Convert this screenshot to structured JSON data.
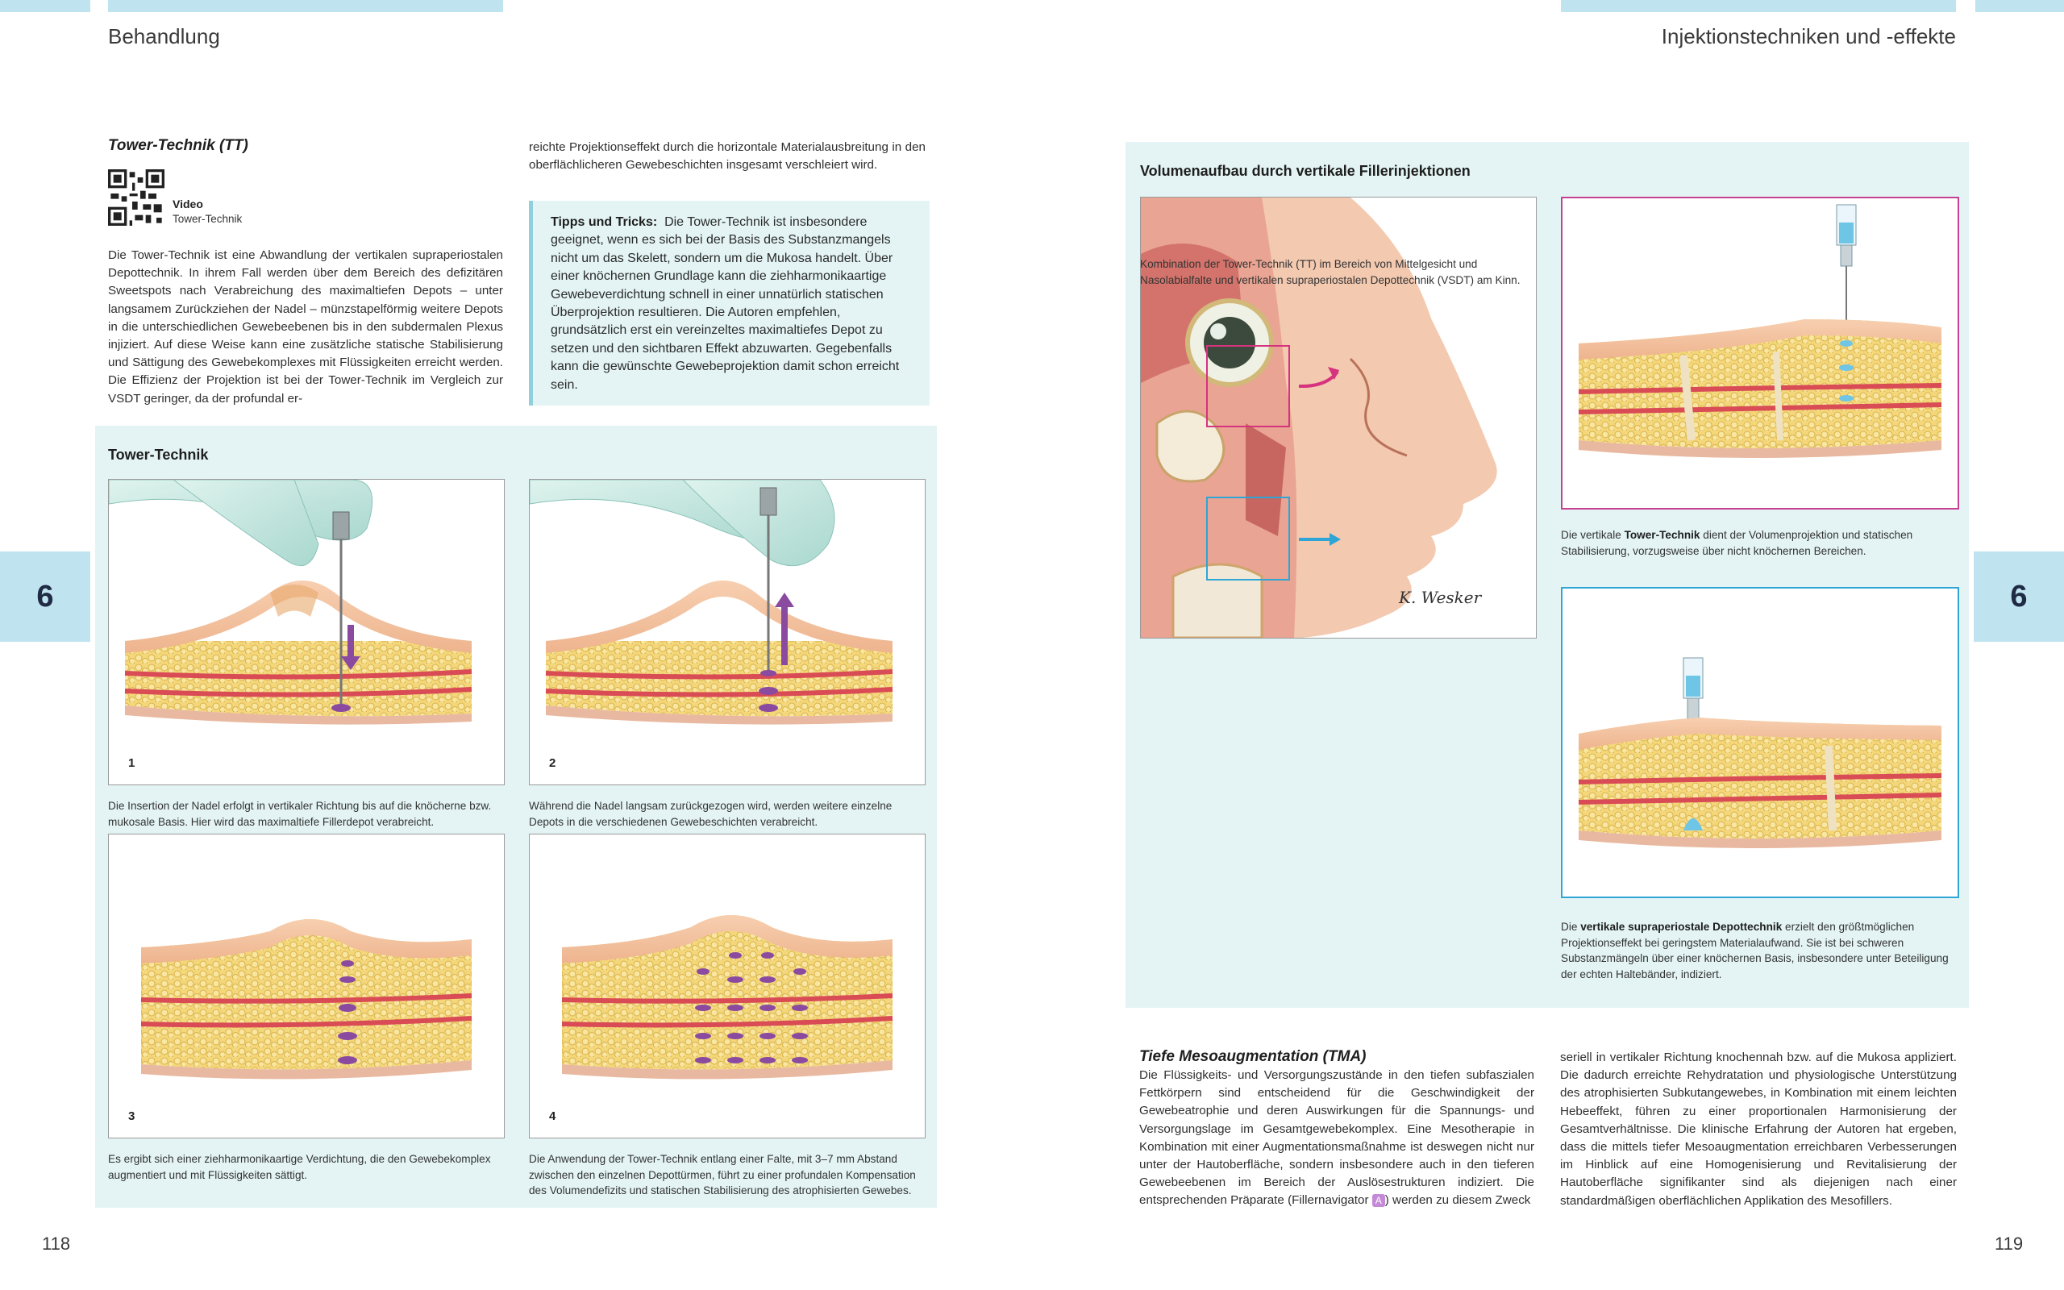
{
  "left_page": {
    "running_head": "Behandlung",
    "page_number": "118",
    "chapter_tab": "6",
    "section_heading": "Tower-Technik (TT)",
    "video_label": "Video",
    "video_title": "Tower-Technik",
    "col1_text": "Die Tower-Technik ist eine Abwandlung der vertikalen supraperiostalen Depottechnik. In ihrem Fall werden über dem Bereich des defizitären Sweetspots nach Verabreichung des maximaltiefen Depots – unter langsamem Zurückziehen der Nadel – münzstapelförmig weitere Depots in die unterschiedlichen Gewebeebenen bis in den subdermalen Plexus injiziert. Auf diese Weise kann eine zusätzliche statische Stabilisierung und Sättigung des Gewebekomplexes mit Flüssigkeiten erreicht werden. Die Effizienz der Projektion ist bei der Tower-Technik im Vergleich zur VSDT geringer, da der profundal er-",
    "col2_text": "reichte Projektionseffekt durch die horizontale Materialausbreitung in den oberflächlicheren Gewebeschichten insgesamt verschleiert wird.",
    "tips_label": "Tipps und Tricks:",
    "tips_text": "Die Tower-Technik ist insbesondere geeignet, wenn es sich bei der Basis des Substanzmangels nicht um das Skelett, sondern um die Mukosa handelt. Über einer knöchernen Grundlage kann die ziehharmonikaartige Gewebeverdichtung schnell in einer unnatürlich statischen Überprojektion resultieren. Die Autoren empfehlen, grundsätzlich erst ein vereinzeltes maximaltiefes Depot zu setzen und den sichtbaren Effekt abzuwarten. Gegebenfalls kann die gewünschte Gewebeprojektion damit schon erreicht sein.",
    "figure_title": "Tower-Technik",
    "panels": [
      {
        "number": "1",
        "caption": "Die Insertion der Nadel erfolgt in vertikaler Richtung bis auf die knöcherne bzw. mukosale Basis. Hier wird das maximaltiefe Fillerdepot verabreicht."
      },
      {
        "number": "2",
        "caption": "Während die Nadel langsam zurückgezogen wird, werden weitere einzelne Depots in die verschiedenen Gewebeschichten verabreicht."
      },
      {
        "number": "3",
        "caption": "Es ergibt sich einer ziehharmonikaartige Verdichtung, die den Gewebekomplex augmentiert und mit Flüssigkeiten sättigt."
      },
      {
        "number": "4",
        "caption": "Die Anwendung der Tower-Technik entlang einer Falte, mit 3–7 mm Abstand zwischen den einzelnen Depottürmen, führt zu einer profundalen Kompensation des Volumendefizits und statischen Stabilisierung des atrophisierten Gewebes."
      }
    ]
  },
  "right_page": {
    "running_head": "Injektionstechniken und -effekte",
    "page_number": "119",
    "chapter_tab": "6",
    "figure_title": "Volumenaufbau durch vertikale Fillerinjektionen",
    "signature": "K. Wesker",
    "main_caption": "Kombination der Tower-Technik (TT) im Bereich von Mittelgesicht und Nasolabialfalte und vertikalen supraperiostalen Depottechnik (VSDT) am Kinn.",
    "top_caption_pre": "Die vertikale",
    "top_caption_bold": "Tower-Technik",
    "top_caption_post": "dient der Volumenprojektion und statischen Stabilisierung, vorzugsweise über nicht knöchernen Bereichen.",
    "bottom_caption_pre": "Die",
    "bottom_caption_bold": "vertikale supraperiostale Depottechnik",
    "bottom_caption_post": "erzielt den größtmöglichen Projektionseffekt bei geringstem Materialaufwand. Sie ist bei schweren Substanzmängeln über einer knöchernen Basis, insbesondere unter Beteiligung der echten Haltebänder, indiziert.",
    "section_heading": "Tiefe Mesoaugmentation (TMA)",
    "col1_text": "Die Flüssigkeits- und Versorgungszustände in den tiefen subfaszialen Fettkörpern sind entscheidend für die Geschwindigkeit der Gewebeatrophie und deren Auswirkungen für die Spannungs- und Versorgungslage im Gesamtgewebekomplex. Eine Mesotherapie in Kombination mit einer Augmentationsmaßnahme ist deswegen nicht nur unter der Hautoberfläche, sondern insbesondere auch in den tieferen Gewebeebenen im Bereich der Auslösestrukturen indiziert. Die entsprechenden Präparate (Fillernavigator",
    "badge": "A",
    "col1_tail": ") werden zu diesem Zweck",
    "col2_text": "seriell in vertikaler Richtung knochennah bzw. auf die Mukosa appliziert. Die dadurch erreichte Rehydratation und physiologische Unterstützung des atrophisierten Subkutangewebes, in Kombination mit einem leichten Hebeeffekt, führen zu einer proportionalen Harmonisierung der Gesamtverhältnisse. Die klinische Erfahrung der Autoren hat ergeben, dass die mittels tiefer Mesoaugmentation erreichbaren Verbesserungen im Hinblick auf eine Homogenisierung und Revitalisierung der Hautoberfläche signifikanter sind als diejenigen nach einer standardmäßigen oberflächlichen Applikation des Mesofillers."
  },
  "colors": {
    "tab_blue": "#bfe3ef",
    "tint_box": "#e4f4f4",
    "accent_magenta": "#d6337f",
    "accent_blue": "#2fa5d6"
  }
}
